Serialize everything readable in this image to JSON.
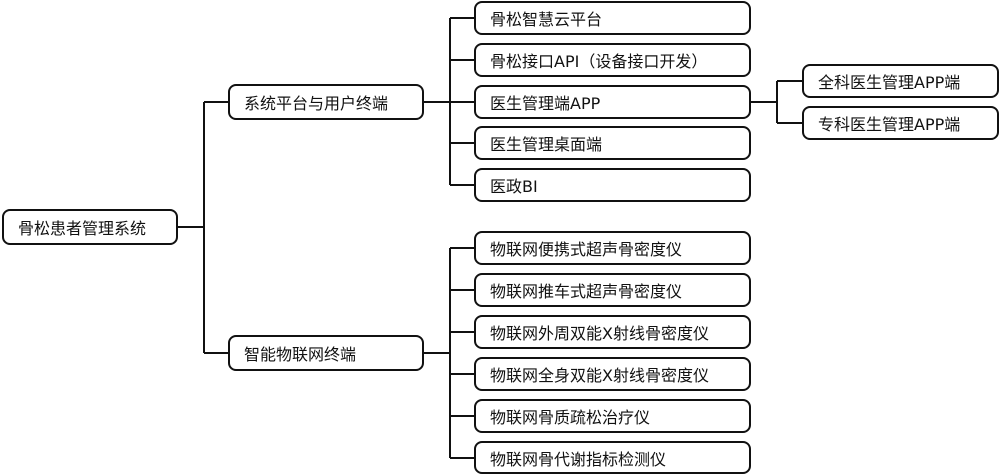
{
  "root": {
    "label": "骨松患者管理系统"
  },
  "platform": {
    "label": "系统平台与用户终端",
    "items": [
      {
        "label": "骨松智慧云平台"
      },
      {
        "label": "骨松接口API（设备接口开发）"
      },
      {
        "label": "医生管理端APP"
      },
      {
        "label": "医生管理桌面端"
      },
      {
        "label": "医政BI"
      }
    ],
    "app_children": [
      {
        "label": "全科医生管理APP端"
      },
      {
        "label": "专科医生管理APP端"
      }
    ]
  },
  "iot": {
    "label": "智能物联网终端",
    "items": [
      {
        "label": "物联网便携式超声骨密度仪"
      },
      {
        "label": "物联网推车式超声骨密度仪"
      },
      {
        "label": "物联网外周双能X射线骨密度仪"
      },
      {
        "label": "物联网全身双能X射线骨密度仪"
      },
      {
        "label": "物联网骨质疏松治疗仪"
      },
      {
        "label": "物联网骨代谢指标检测仪"
      }
    ]
  }
}
